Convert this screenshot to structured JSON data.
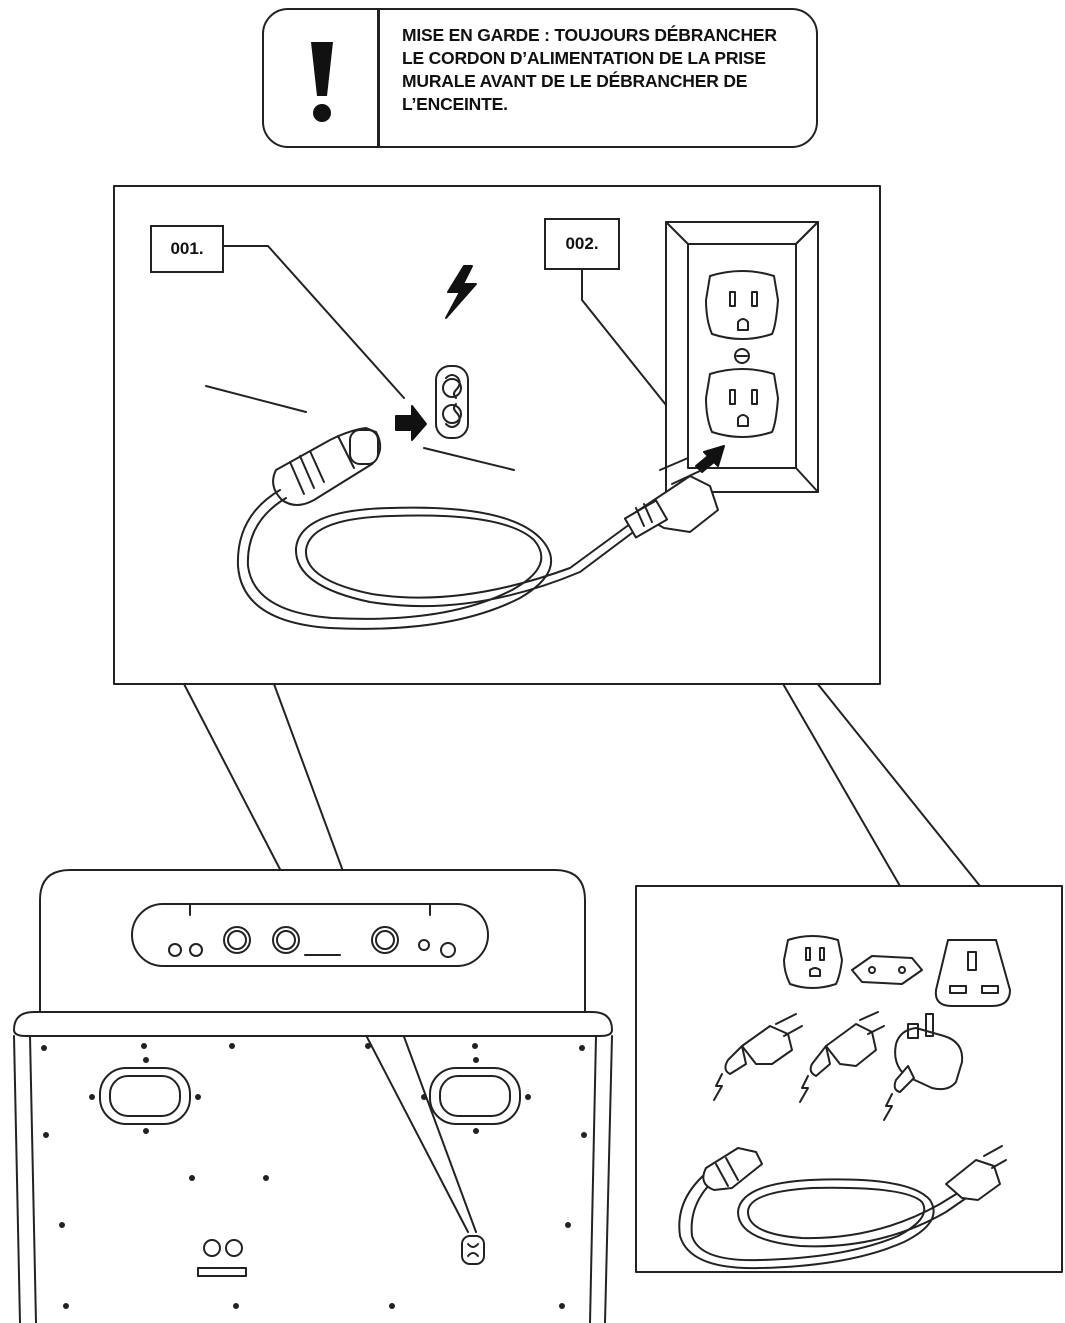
{
  "warning": {
    "lines": [
      "MISE EN GARDE : TOUJOURS DÉBRANCHER",
      "LE CORDON D’ALIMENTATION DE LA PRISE",
      "MURALE AVANT DE LE DÉBRANCHER DE",
      "L’ENCEINTE."
    ],
    "icon": "exclamation-icon"
  },
  "steps": [
    {
      "label": "001."
    },
    {
      "label": "002."
    }
  ],
  "icons": {
    "power": "lightning-bolt-icon",
    "arrow": "push-arrow-icon",
    "socket": "figure8-socket-icon",
    "outlet": "us-wall-outlet-icon"
  },
  "colors": {
    "ink": "#222222",
    "paper": "#ffffff"
  }
}
